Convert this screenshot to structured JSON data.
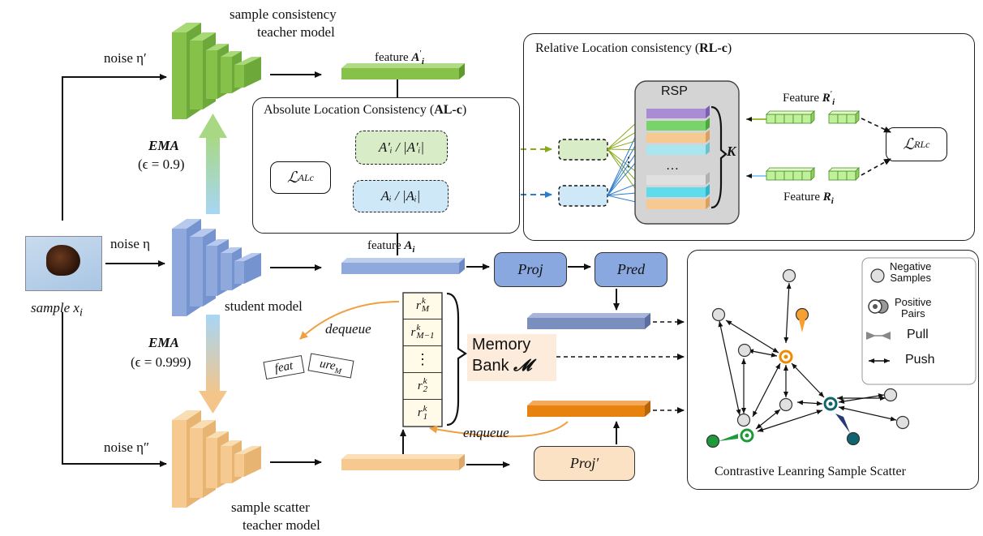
{
  "sample": {
    "label": "sample x",
    "sub": "i"
  },
  "noise": {
    "teacher1": "noise η′",
    "student": "noise η",
    "teacher2": "noise η″"
  },
  "models": {
    "teacher1_line1": "sample consistency",
    "teacher1_line2": "teacher model",
    "student": "student model",
    "teacher2_line1": "sample scatter",
    "teacher2_line2": "teacher model"
  },
  "ema": {
    "top_label": "EMA",
    "top_eps": "(ϵ = 0.9)",
    "bottom_label": "EMA",
    "bottom_eps": "(ϵ = 0.999)"
  },
  "features": {
    "teacher1_prefix": "feature ",
    "teacher1_var": "A",
    "teacher1_sub": "i",
    "teacher1_prime": "′",
    "student_prefix": "feature ",
    "student_var": "A",
    "student_sub": "i"
  },
  "alc": {
    "title_prefix": "Absolute Location Consistency (",
    "title_bold": "AL-c",
    "title_suffix": ")",
    "box_top": "A′ᵢ / |A′ᵢ|",
    "box_bottom": "Aᵢ / |Aᵢ|",
    "loss": "ℒ",
    "loss_sub": "ALc"
  },
  "rlc": {
    "title_prefix": "Relative Location consistency (",
    "title_bold": "RL-c",
    "title_suffix": ")",
    "rsp": "RSP",
    "k": "K",
    "ellipsis": "…",
    "vdots": "⋮",
    "feature_top_prefix": "Feature ",
    "feature_top_var": "R",
    "feature_top_sub": "i",
    "feature_top_prime": "′",
    "feature_bottom_prefix": "Feature ",
    "feature_bottom_var": "R",
    "feature_bottom_sub": "i",
    "loss": "ℒ",
    "loss_sub": "RLc"
  },
  "heads": {
    "proj": "Proj",
    "pred": "Pred",
    "proj_prime": "Proj′"
  },
  "memory": {
    "cells": [
      {
        "base": "r",
        "sup": "k",
        "sub": "M"
      },
      {
        "base": "r",
        "sup": "k",
        "sub": "M−1"
      },
      {
        "base": "⋮",
        "sup": "",
        "sub": ""
      },
      {
        "base": "r",
        "sup": "k",
        "sub": "2"
      },
      {
        "base": "r",
        "sup": "k",
        "sub": "1"
      }
    ],
    "title_line1": "Memory",
    "title_line2": "Bank ",
    "title_sym": "𝓜",
    "dequeue": "dequeue",
    "enqueue": "enqueue",
    "scrap1": "feat",
    "scrap2": "ure",
    "scrap2_sub": "M"
  },
  "scatter": {
    "title": "Contrastive Leanring Sample Scatter",
    "legend": {
      "negative_line1": "Negative",
      "negative_line2": "Samples",
      "positive_line1": "Positive",
      "positive_line2": "Pairs",
      "pull": "Pull",
      "push": "Push"
    }
  },
  "colors": {
    "green": "#86c24a",
    "blue": "#8fa9dd",
    "orange": "#f5c98f",
    "proj_blue": "#7f9fd8",
    "pred_bar": "#7b8fbf",
    "orange_bar": "#e8820f",
    "rsp_gray": "#d4d4d4",
    "alc_green_fill": "#d8ecc8",
    "alc_blue_fill": "#cfe8f7"
  }
}
